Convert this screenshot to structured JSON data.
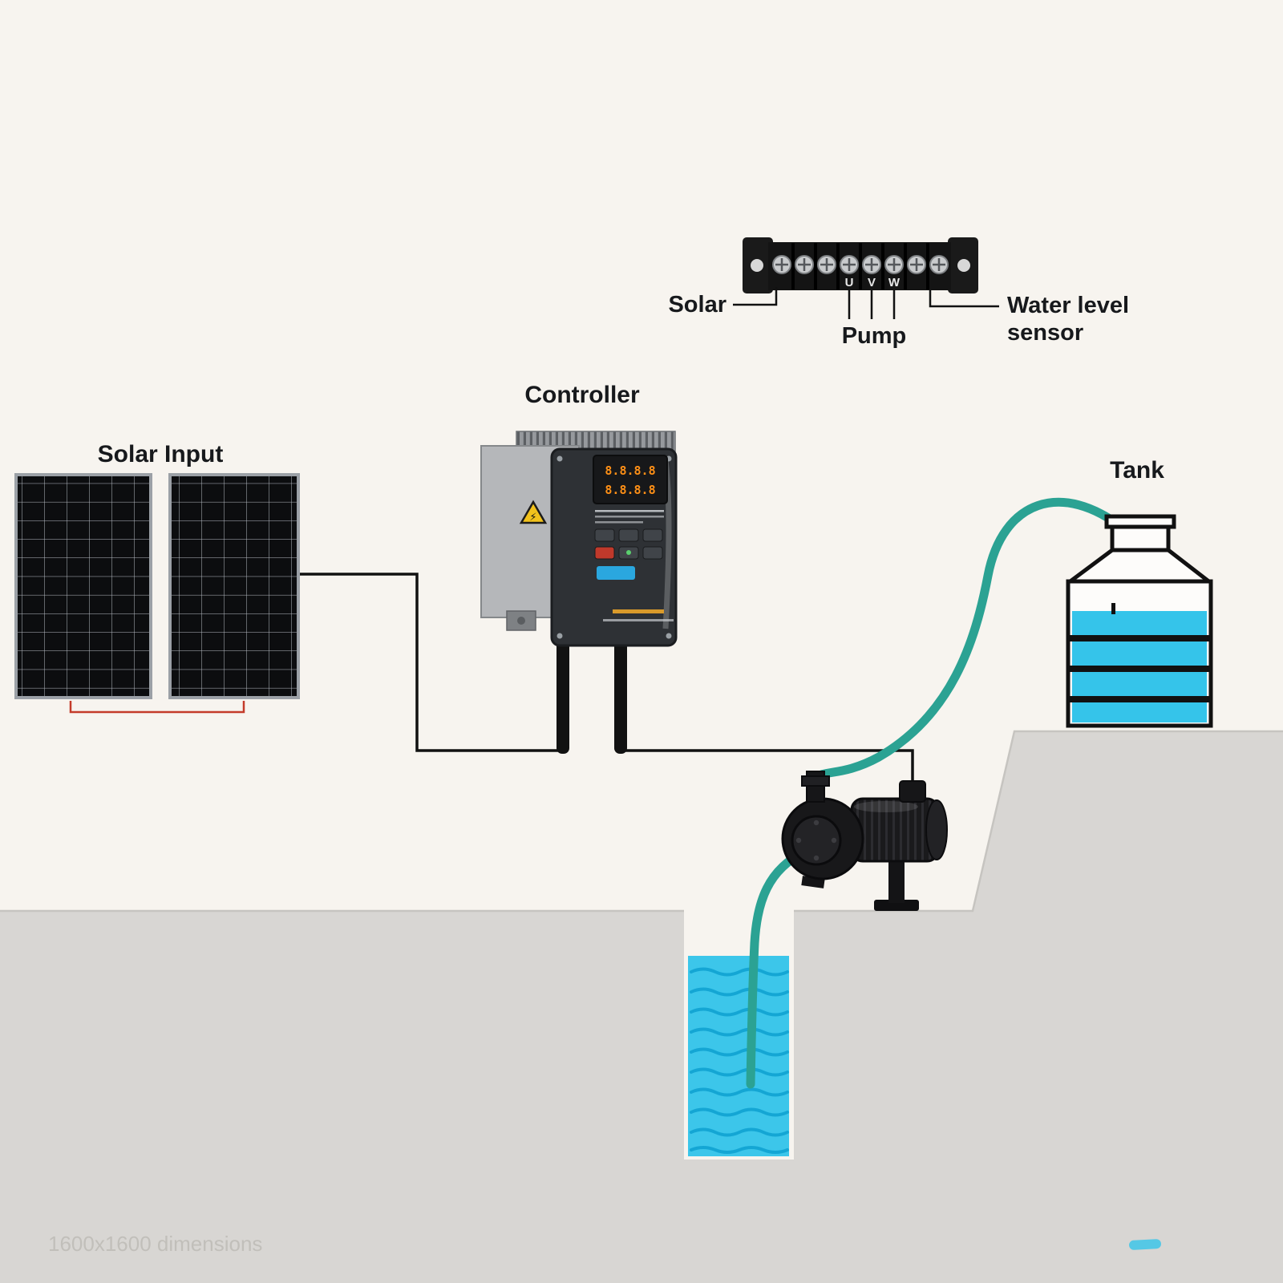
{
  "labels": {
    "solar_input": "Solar Input",
    "controller": "Controller",
    "tank": "Tank",
    "solar": "Solar",
    "pump": "Pump",
    "water_level_line1": "Water level",
    "water_level_line2": "sensor",
    "u": "U",
    "v": "V",
    "w": "W"
  },
  "controller": {
    "display_row1": "8.8.8.8",
    "display_row2": "8.8.8.8"
  },
  "icons": {
    "warning": "⚡"
  },
  "colors": {
    "water": "#3cc6ea",
    "tank_water": "#35c4ea",
    "pipe": "#2ba293",
    "ground": "#d8d6d3",
    "wire": "#111111",
    "display": "#ff9016"
  },
  "watermark": "1600x1600 dimensions"
}
